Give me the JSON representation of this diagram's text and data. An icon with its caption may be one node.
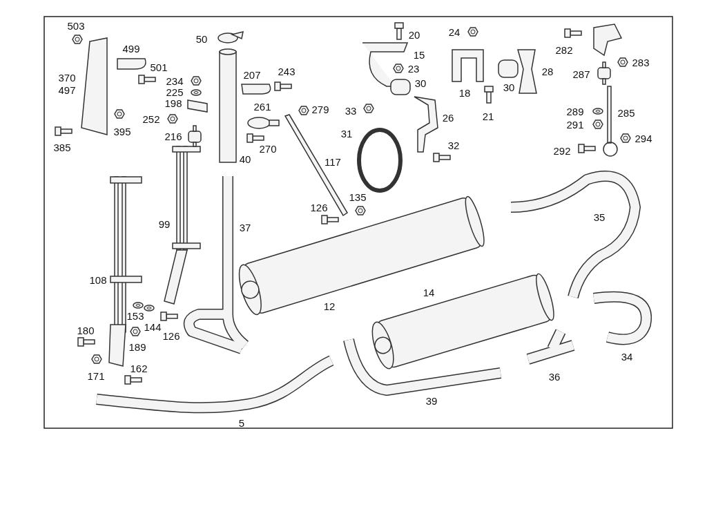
{
  "diagram": {
    "labels": [
      "503",
      "20",
      "24",
      "50",
      "499",
      "282",
      "15",
      "283",
      "501",
      "23",
      "28",
      "243",
      "287",
      "207",
      "370",
      "234",
      "30",
      "30",
      "497",
      "225",
      "18",
      "198",
      "261",
      "279",
      "33",
      "289",
      "285",
      "21",
      "26",
      "252",
      "291",
      "395",
      "31",
      "216",
      "294",
      "32",
      "385",
      "270",
      "292",
      "40",
      "117",
      "135",
      "126",
      "35",
      "99",
      "37",
      "108",
      "14",
      "12",
      "153",
      "144",
      "180",
      "126",
      "189",
      "34",
      "162",
      "171",
      "36",
      "39",
      "5"
    ]
  }
}
